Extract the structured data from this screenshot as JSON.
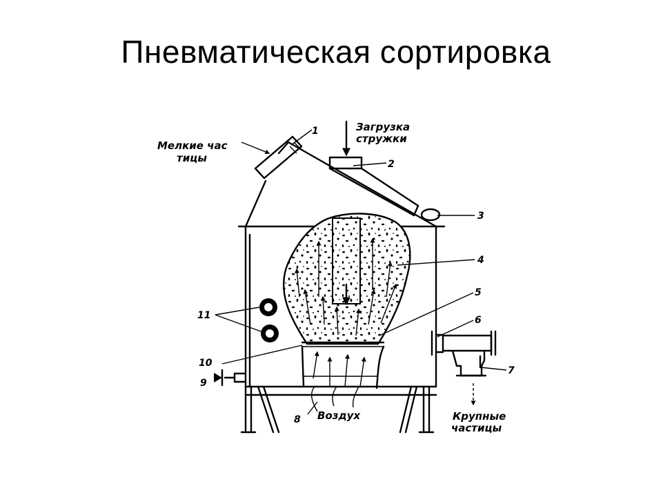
{
  "title": "Пневматическая сортировка",
  "labels": {
    "load_line1": "Загрузка",
    "load_line2": "стружки",
    "fine_line1": "Мелкие час",
    "fine_line2": "тицы",
    "air": "Воздух",
    "coarse_line1": "Крупные",
    "coarse_line2": "частицы"
  },
  "callouts": [
    "1",
    "2",
    "3",
    "4",
    "5",
    "6",
    "7",
    "8",
    "9",
    "10",
    "11"
  ]
}
